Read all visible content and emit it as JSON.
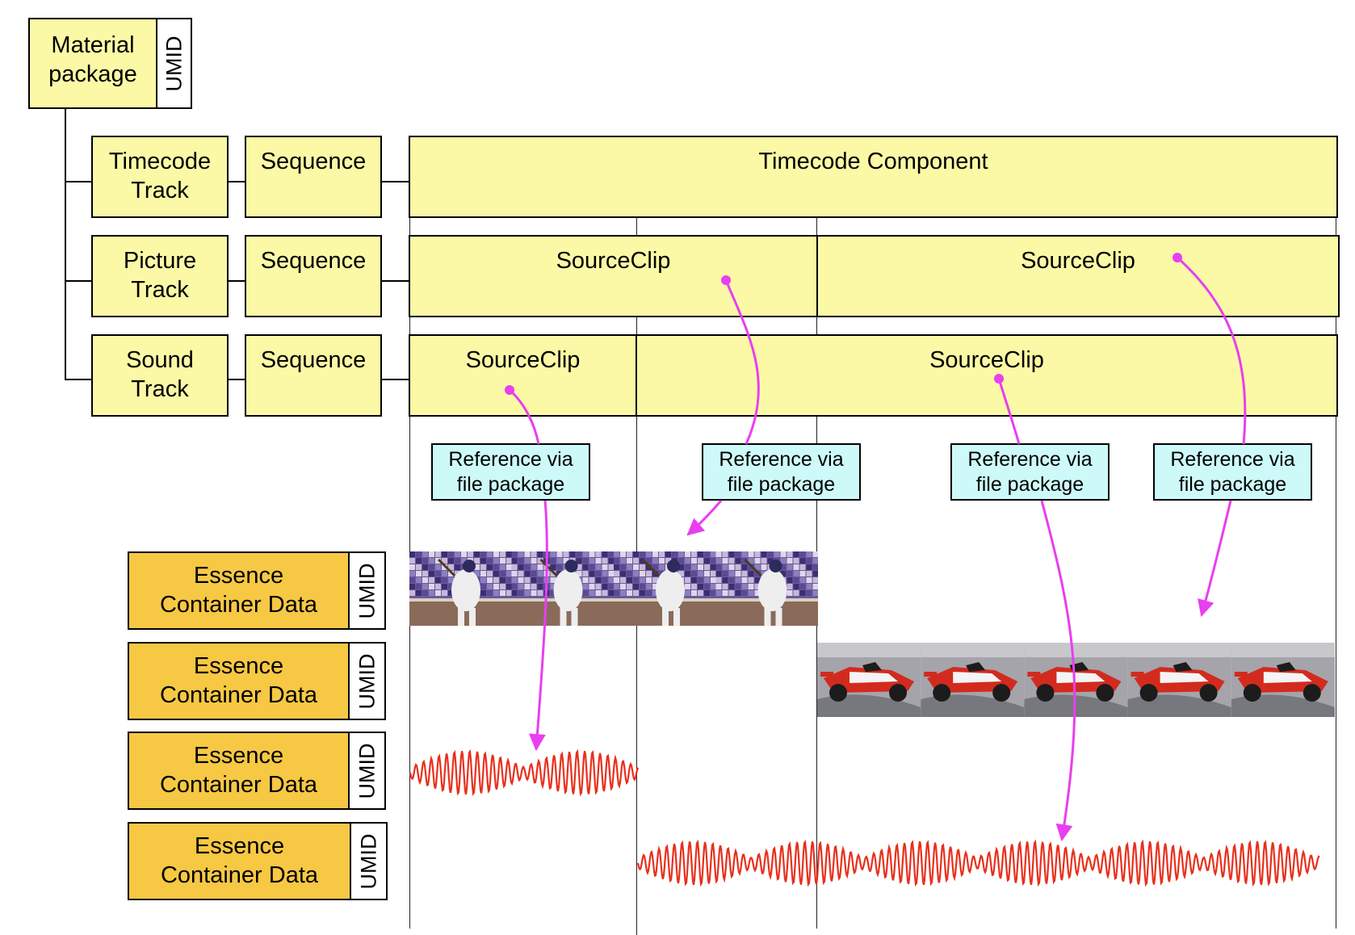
{
  "material_package": {
    "label": "Material\npackage",
    "umid": "UMID"
  },
  "tracks": [
    {
      "label": "Timecode\nTrack",
      "sequence": "Sequence"
    },
    {
      "label": "Picture\nTrack",
      "sequence": "Sequence"
    },
    {
      "label": "Sound\nTrack",
      "sequence": "Sequence"
    }
  ],
  "components": {
    "timecode": "Timecode Component",
    "picture_clip_1": "SourceClip",
    "picture_clip_2": "SourceClip",
    "sound_clip_1": "SourceClip",
    "sound_clip_2": "SourceClip"
  },
  "references": [
    "Reference via\nfile package",
    "Reference via\nfile package",
    "Reference via\nfile package",
    "Reference via\nfile package"
  ],
  "essence_containers": [
    {
      "label": "Essence\nContainer Data",
      "umid": "UMID",
      "content": "baseball video frames"
    },
    {
      "label": "Essence\nContainer Data",
      "umid": "UMID",
      "content": "race car video frames"
    },
    {
      "label": "Essence\nContainer Data",
      "umid": "UMID",
      "content": "audio waveform"
    },
    {
      "label": "Essence\nContainer Data",
      "umid": "UMID",
      "content": "audio waveform"
    }
  ],
  "colors": {
    "package_fill": "#fbf9a6",
    "essence_fill": "#f7c844",
    "reference_fill": "#cdfaf9",
    "arrow": "#e83ff0",
    "waveform": "#e8301c"
  }
}
